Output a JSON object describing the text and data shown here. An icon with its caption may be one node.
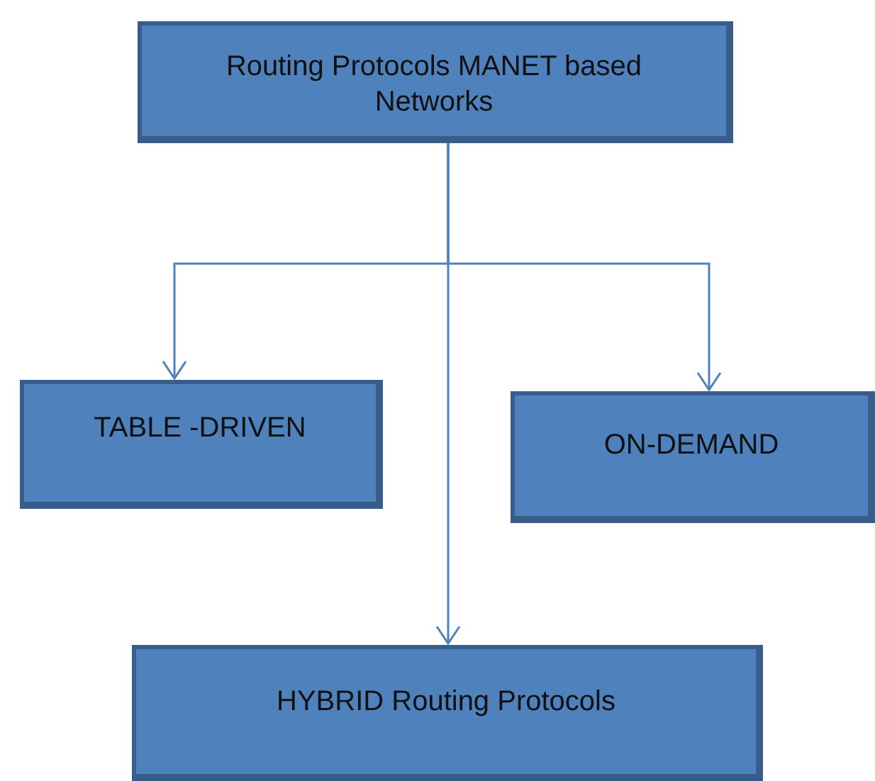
{
  "diagram": {
    "nodes": [
      {
        "text": [
          "Routing Protocols MANET based Networks"
        ]
      },
      {
        "text": [
          "TABLE -DRIVEN"
        ]
      },
      {
        "text": [
          "ON-DEMAND"
        ]
      },
      {
        "text": [
          "HYBRID Routing Protocols"
        ]
      }
    ],
    "edges": [
      {
        "from": 0,
        "to": 1,
        "arrow": "to"
      },
      {
        "from": 0,
        "to": 2,
        "arrow": "to"
      },
      {
        "from": 0,
        "to": 3,
        "arrow": "to"
      }
    ]
  }
}
